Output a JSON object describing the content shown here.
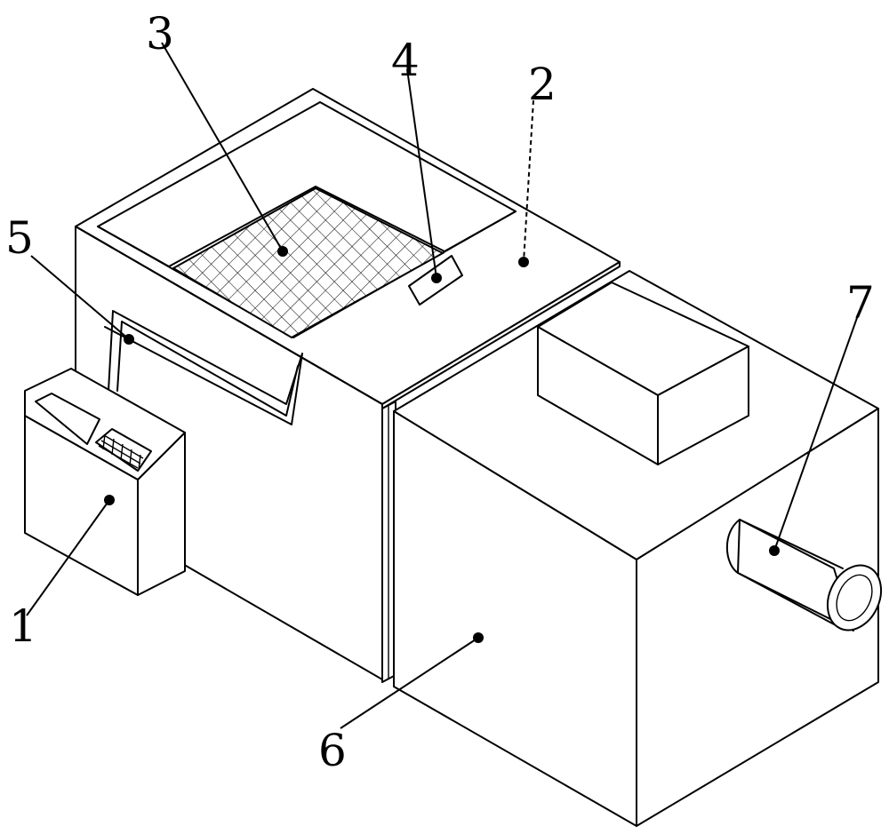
{
  "figure": {
    "colors": {
      "line": "#000000",
      "background": "#ffffff"
    },
    "labels": [
      {
        "id": "1",
        "text": "1"
      },
      {
        "id": "2",
        "text": "2"
      },
      {
        "id": "3",
        "text": "3"
      },
      {
        "id": "4",
        "text": "4"
      },
      {
        "id": "5",
        "text": "5"
      },
      {
        "id": "6",
        "text": "6"
      },
      {
        "id": "7",
        "text": "7"
      }
    ]
  }
}
